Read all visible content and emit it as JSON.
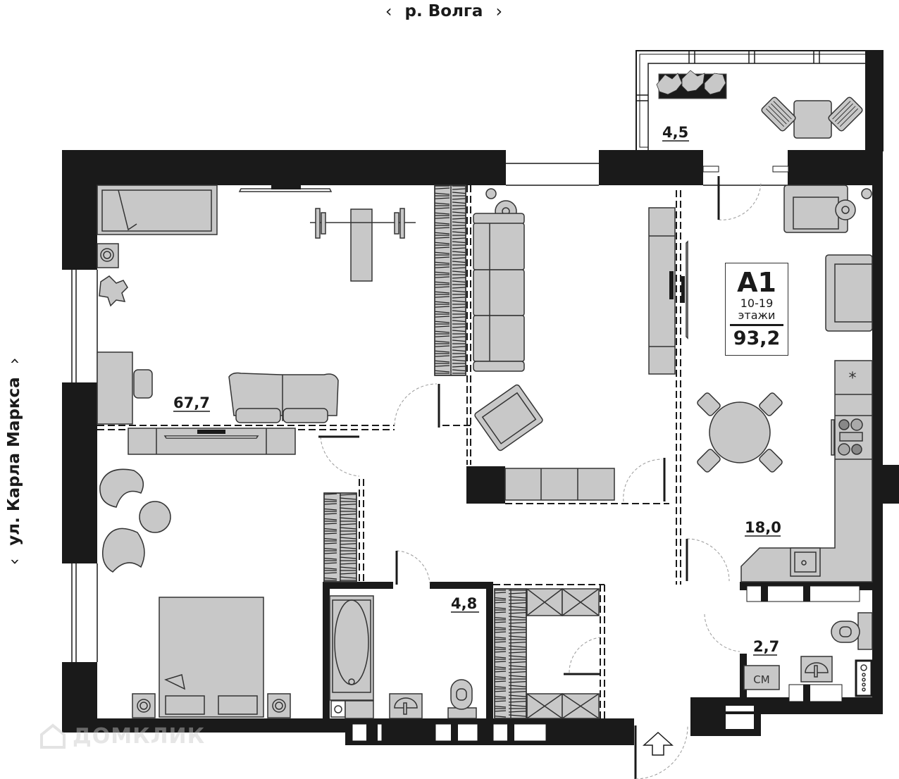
{
  "streets": {
    "top": {
      "label": "р. Волга",
      "prev_icon": "chevron-left-icon",
      "next_icon": "chevron-right-icon",
      "prev_glyph": "‹",
      "next_glyph": "›"
    },
    "left": {
      "label": "ул. Карла Маркса",
      "prev_icon": "chevron-left-icon",
      "next_icon": "chevron-right-icon",
      "prev_glyph": "‹",
      "next_glyph": "›"
    }
  },
  "apartment": {
    "code": "А1",
    "floors": "10-19",
    "floors_label": "этажи",
    "total_area": "93,2"
  },
  "rooms": [
    {
      "name": "living-bedroom-area",
      "area": "67,7"
    },
    {
      "name": "loggia",
      "area": "4,5"
    },
    {
      "name": "kitchen",
      "area": "18,0"
    },
    {
      "name": "bathroom",
      "area": "4,8"
    },
    {
      "name": "wc",
      "area": "2,7"
    }
  ],
  "appliances": {
    "washing_machine_label": "СМ"
  },
  "entrance": {
    "icon": "entrance-arrow-icon"
  },
  "watermark": {
    "label": "ДОМКЛИК"
  },
  "colors": {
    "wall": "#1a1a1a",
    "furniture": "#c8c8c8",
    "stroke": "#333333",
    "background": "#ffffff"
  }
}
